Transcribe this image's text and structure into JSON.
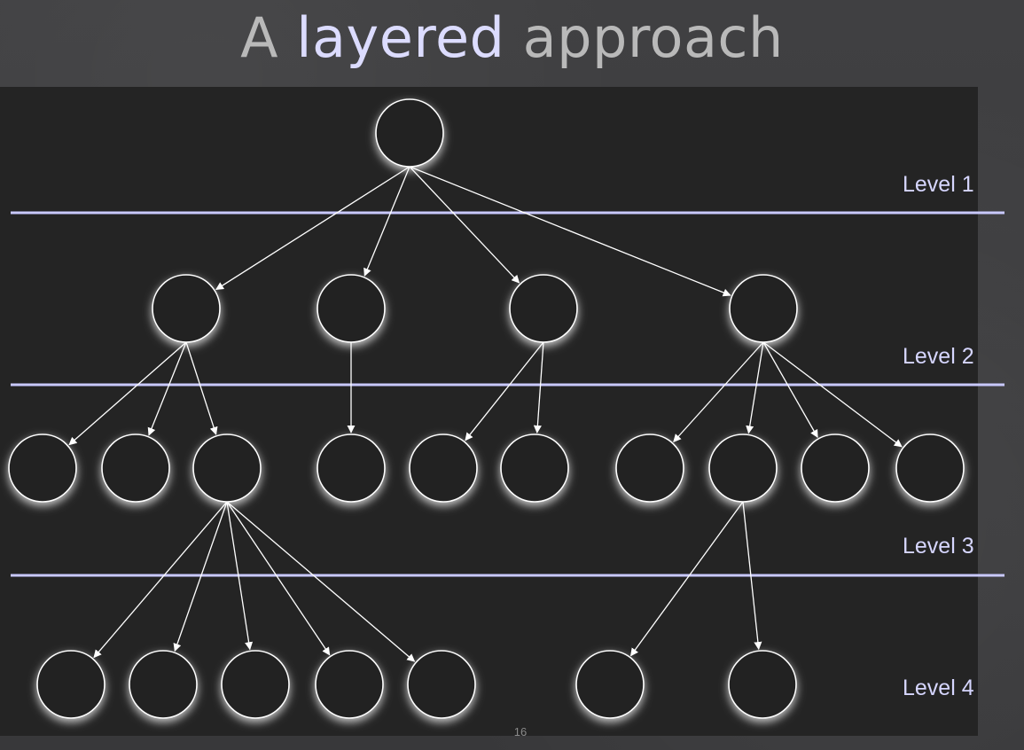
{
  "slide": {
    "title_pre": "A ",
    "title_highlight": "layered",
    "title_post": " approach",
    "slide_number": "16",
    "accent_color": "#d6d6ff"
  },
  "levels": [
    {
      "label": "Level 1"
    },
    {
      "label": "Level 2"
    },
    {
      "label": "Level 3"
    },
    {
      "label": "Level 4"
    }
  ]
}
